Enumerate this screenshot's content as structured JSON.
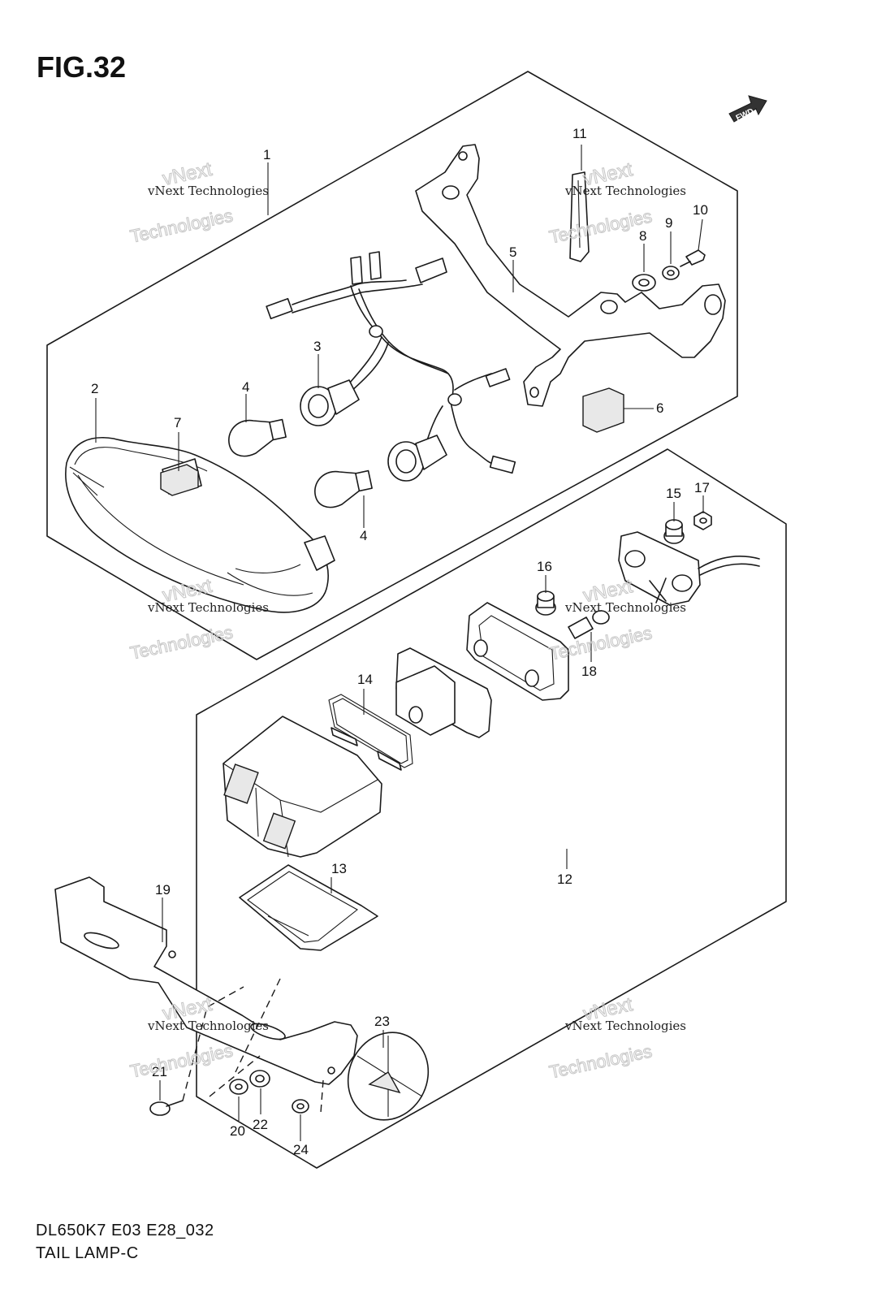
{
  "figure": {
    "title": "FIG.32"
  },
  "direction_badge": "FWD",
  "footer": {
    "model_code": "DL650K7 E03 E28_032",
    "part_group": "TAIL LAMP-C"
  },
  "watermark": {
    "line": "vNext Technologies",
    "word_a": "vNext",
    "word_b": "Technologies"
  },
  "callouts": [
    "1",
    "2",
    "3",
    "4",
    "4",
    "5",
    "6",
    "7",
    "8",
    "9",
    "10",
    "11",
    "12",
    "13",
    "14",
    "15",
    "16",
    "17",
    "18",
    "19",
    "20",
    "21",
    "22",
    "23",
    "24"
  ]
}
